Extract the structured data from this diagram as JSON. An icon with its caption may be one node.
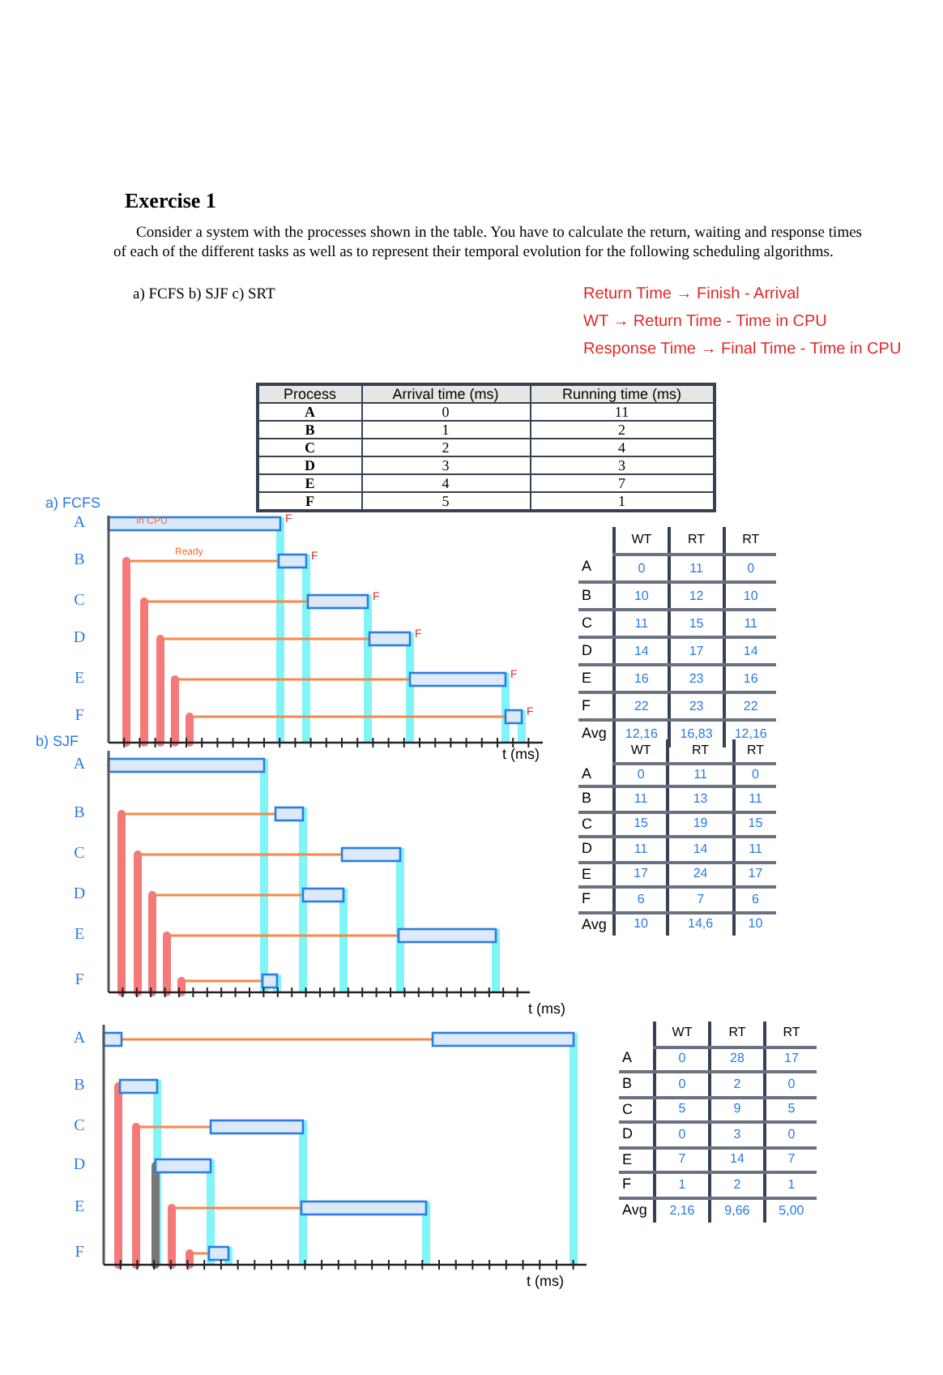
{
  "diagram": {
    "title": "Exercise 1",
    "labels": [
      "Consider a system with the processes shown in the table. You have to calculate the return, waiting and response times of each of the different tasks as well as to represent their temporal evolution for the following scheduling algorithms.",
      "a) FCFS b) SJF c) SRT",
      "Return Time → Finish - Arrival",
      "WT → Return Time - Time in CPU",
      "Response Time → Final Time - Time in CPU",
      "Process",
      "Arrival time (ms)",
      "Running time (ms)",
      "A",
      "0",
      "11",
      "B",
      "1",
      "2",
      "C",
      "2",
      "4",
      "D",
      "3",
      "3",
      "E",
      "4",
      "7",
      "F",
      "5",
      "1",
      "a) FCFS",
      "A",
      "B",
      "C",
      "D",
      "E",
      "F",
      "In CPU",
      "Ready",
      "F",
      "F",
      "F",
      "F",
      "F",
      "F",
      "t (ms)",
      "WT",
      "RT",
      "RT",
      "A",
      "0",
      "11",
      "0",
      "B",
      "10",
      "12",
      "10",
      "C",
      "11",
      "15",
      "11",
      "D",
      "14",
      "17",
      "14",
      "E",
      "16",
      "23",
      "16",
      "F",
      "22",
      "23",
      "22",
      "Avg",
      "12,16",
      "16,83",
      "12,16",
      "b) SJF",
      "A",
      "B",
      "C",
      "D",
      "E",
      "F",
      "t (ms)",
      "WT",
      "RT",
      "RT",
      "A",
      "0",
      "11",
      "0",
      "B",
      "11",
      "13",
      "11",
      "C",
      "15",
      "19",
      "15",
      "D",
      "11",
      "14",
      "11",
      "E",
      "17",
      "24",
      "17",
      "F",
      "6",
      "7",
      "6",
      "Avg",
      "10",
      "14,6",
      "10",
      "A",
      "B",
      "C",
      "D",
      "E",
      "F",
      "t (ms)",
      "WT",
      "RT",
      "RT",
      "A",
      "0",
      "28",
      "17",
      "B",
      "0",
      "2",
      "0",
      "C",
      "5",
      "9",
      "5",
      "D",
      "0",
      "3",
      "0",
      "E",
      "7",
      "14",
      "7",
      "F",
      "1",
      "2",
      "1",
      "Avg",
      "2,16",
      "9,66",
      "5,00"
    ]
  }
}
